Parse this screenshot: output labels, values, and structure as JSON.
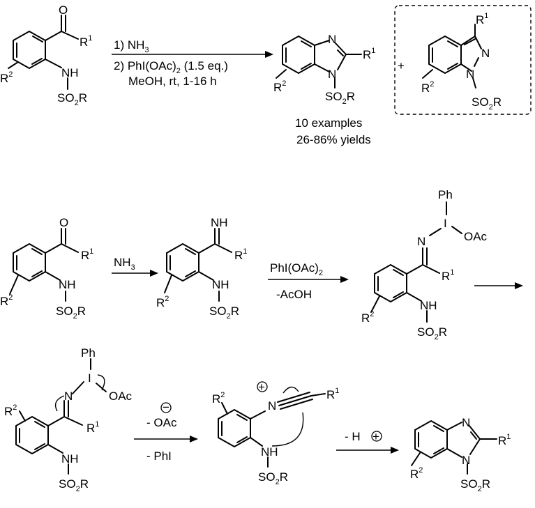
{
  "labels": {
    "O": "O",
    "NH": "NH",
    "N": "N",
    "I": "I",
    "Ph": "Ph",
    "OAc": "OAc",
    "R": "R",
    "sup1": "1",
    "sup2": "2",
    "SO": "SO",
    "sub2": "2",
    "plus": "+",
    "minus": "−",
    "Hplus": "H"
  },
  "conditions": {
    "step1": "1) NH",
    "step1_sub": "3",
    "step2": "2) PhI(OAc)",
    "step2_sub": "2",
    "step2_tail": " (1.5 eq.)",
    "step3": "MeOH, rt, 1-16 h",
    "nh3": "NH",
    "nh3_sub": "3",
    "phioac": "PhI(OAc)",
    "phioac_sub": "2",
    "acoh": "-AcOH",
    "oac_loss": "- OAc",
    "phi_loss": "- PhI",
    "h_loss": "- H",
    "examples": "10 examples",
    "yields": "26-86% yields"
  }
}
